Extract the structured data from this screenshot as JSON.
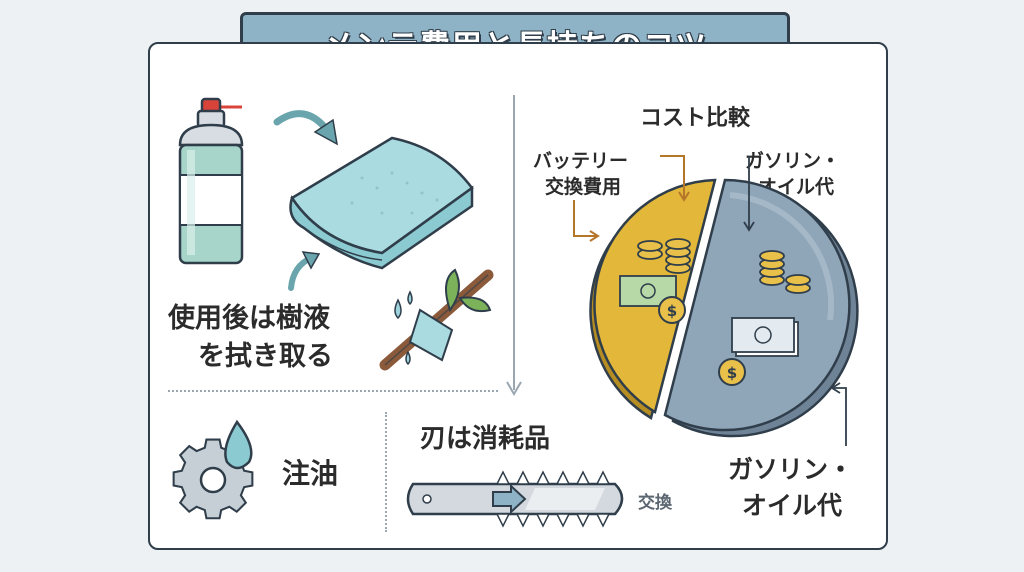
{
  "title": "メンテ費用と長持ちのコツ",
  "clean": {
    "line1": "使用後は樹液",
    "line2": "を拭き取る"
  },
  "oil": {
    "label": "注油"
  },
  "blade": {
    "title": "刃は消耗品",
    "swap": "交換"
  },
  "cost": {
    "title": "コスト比較",
    "battery_line1": "バッテリー",
    "battery_line2": "交換費用",
    "gas_top_line1": "ガソリン・",
    "gas_top_line2": "オイル代",
    "gas_bottom_line1": "ガソリン・",
    "gas_bottom_line2": "オイル代"
  },
  "colors": {
    "banner": "#8fb3c6",
    "outline": "#2f3e4a",
    "battery_slice": "#e3b83a",
    "gas_slice": "#8fa5b8",
    "towel": "#a9dbe0",
    "accent_arrow": "#b5762a"
  }
}
